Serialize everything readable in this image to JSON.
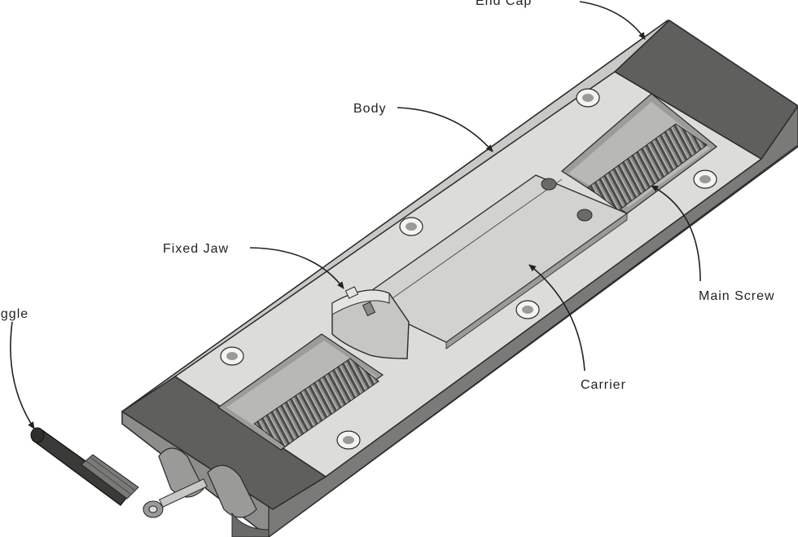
{
  "labels": {
    "end_cap": "End Cap",
    "body": "Body",
    "fixed_jaw": "Fixed Jaw",
    "toggle": "Toggle",
    "main_screw": "Main Screw",
    "carrier": "Carrier"
  },
  "colors": {
    "background": "#ffffff",
    "body_plate": "#d8d8d4",
    "end_cap": "#5e5e5e",
    "shadow": "#9a9a98",
    "screw": "#7c7c7a",
    "outline": "#2a2a2a"
  }
}
